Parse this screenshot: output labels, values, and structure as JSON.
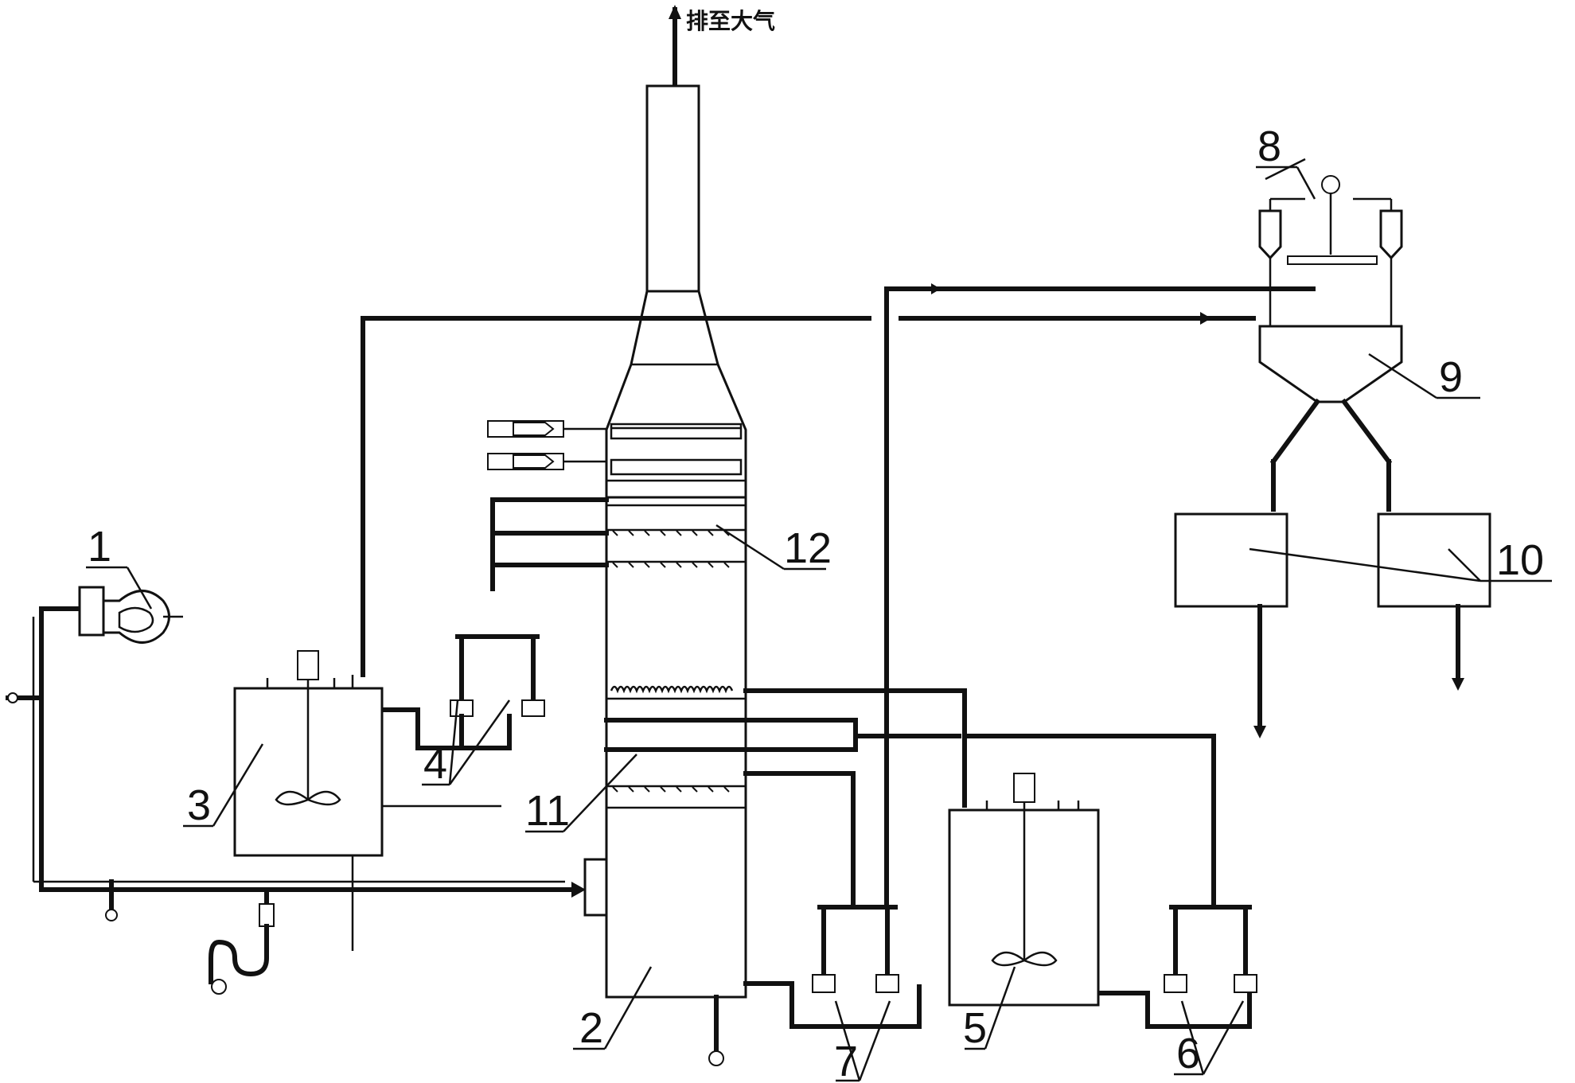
{
  "exhaust_label": "排至大气",
  "labels": {
    "n1": "1",
    "n2": "2",
    "n3": "3",
    "n4": "4",
    "n5": "5",
    "n6": "6",
    "n7": "7",
    "n8": "8",
    "n9": "9",
    "n10": "10",
    "n11": "11",
    "n12": "12"
  },
  "colors": {
    "line": "#111111",
    "background": "#ffffff"
  }
}
